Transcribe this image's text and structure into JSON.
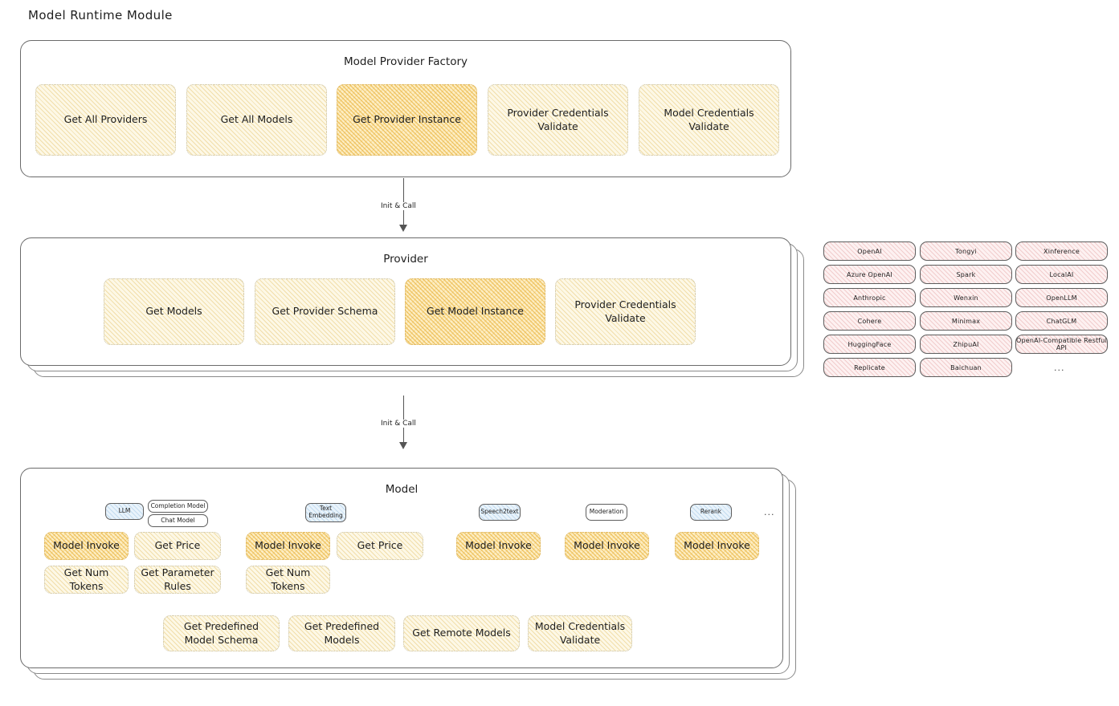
{
  "page": {
    "title": "Model Runtime Module"
  },
  "factory": {
    "title": "Model Provider Factory",
    "boxes": [
      {
        "label": "Get All Providers",
        "highlight": false
      },
      {
        "label": "Get All Models",
        "highlight": false
      },
      {
        "label": "Get Provider Instance",
        "highlight": true
      },
      {
        "label": "Provider Credentials Validate",
        "highlight": false
      },
      {
        "label": "Model Credentials Validate",
        "highlight": false
      }
    ]
  },
  "arrow1": {
    "label": "Init & Call"
  },
  "provider": {
    "title": "Provider",
    "boxes": [
      {
        "label": "Get Models",
        "highlight": false
      },
      {
        "label": "Get Provider Schema",
        "highlight": false
      },
      {
        "label": "Get Model Instance",
        "highlight": true
      },
      {
        "label": "Provider Credentials Validate",
        "highlight": false
      }
    ]
  },
  "arrow2": {
    "label": "Init & Call"
  },
  "provider_list": {
    "columns": [
      {
        "items": [
          "OpenAI",
          "Azure OpenAI",
          "Anthropic",
          "Cohere",
          "HuggingFace",
          "Replicate"
        ]
      },
      {
        "items": [
          "Tongyi",
          "Spark",
          "Wenxin",
          "Minimax",
          "ZhipuAI",
          "Baichuan"
        ]
      },
      {
        "items": [
          "Xinference",
          "LocalAI",
          "OpenLLM",
          "ChatGLM",
          "OpenAI-Compatible Restful API"
        ]
      }
    ],
    "more": "..."
  },
  "model": {
    "title": "Model",
    "more": "...",
    "groups": [
      {
        "type_label": "LLM",
        "sub_pills": [
          "Completion Model",
          "Chat Model"
        ],
        "boxes": [
          {
            "label": "Model Invoke",
            "highlight": true
          },
          {
            "label": "Get Price",
            "highlight": false
          },
          {
            "label": "Get Num Tokens",
            "highlight": false
          },
          {
            "label": "Get Parameter Rules",
            "highlight": false
          }
        ]
      },
      {
        "type_label": "Text Embedding",
        "sub_pills": [],
        "boxes": [
          {
            "label": "Model Invoke",
            "highlight": true
          },
          {
            "label": "Get Price",
            "highlight": false
          },
          {
            "label": "Get Num Tokens",
            "highlight": false
          }
        ]
      },
      {
        "type_label": "Speech2text",
        "sub_pills": [],
        "boxes": [
          {
            "label": "Model Invoke",
            "highlight": true
          }
        ]
      },
      {
        "type_label": "Moderation",
        "sub_pills": [],
        "boxes": [
          {
            "label": "Model Invoke",
            "highlight": true
          }
        ]
      },
      {
        "type_label": "Rerank",
        "sub_pills": [],
        "boxes": [
          {
            "label": "Model Invoke",
            "highlight": true
          }
        ]
      }
    ],
    "common_boxes": [
      {
        "label": "Get Predefined Model Schema"
      },
      {
        "label": "Get Predefined Models"
      },
      {
        "label": "Get Remote Models"
      },
      {
        "label": "Model Credentials Validate"
      }
    ]
  },
  "colors": {
    "fill_light": "#fdf8e6",
    "fill_strong": "#fdeec4",
    "chip_pink": "#fdf1f1",
    "pill_blue": "#e9f3fb",
    "stroke": "#6b6b6b",
    "text": "#1e1e1e"
  }
}
